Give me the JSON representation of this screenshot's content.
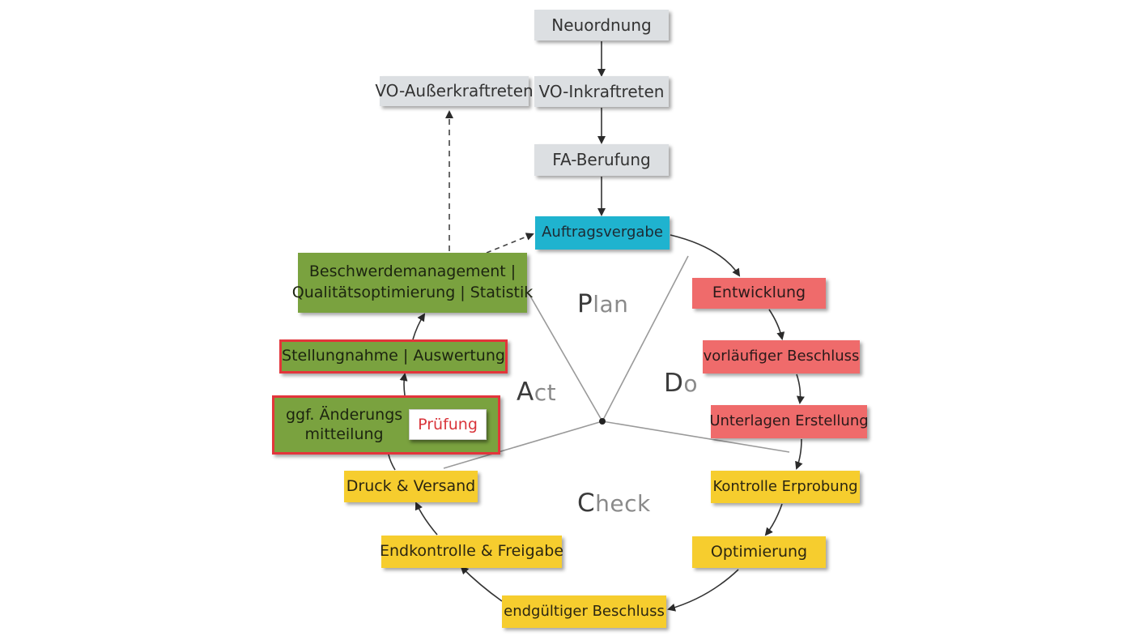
{
  "boxes": {
    "neuordnung": "Neuordnung",
    "vo_ausser": "VO-Außerkraftreten",
    "vo_inkraft": "VO-Inkraftreten",
    "fa_berufung": "FA-Berufung",
    "auftragsvergabe": "Auftragsvergabe",
    "entwicklung": "Entwicklung",
    "vorl_beschluss": "vorläufiger Beschluss",
    "unterlagen": "Unterlagen Erstellung",
    "kontrolle": "Kontrolle Erprobung",
    "optimierung": "Optimierung",
    "endg_beschluss": "endgültiger Beschluss",
    "endkontrolle": "Endkontrolle & Freigabe",
    "druck": "Druck & Versand",
    "aenderung_line1": "ggf. Änderungs",
    "aenderung_line2": "mitteilung",
    "pruefung": "Prüfung",
    "stellungnahme": "Stellungnahme | Auswertung",
    "beschwerde_line1": "Beschwerdemanagement |",
    "beschwerde_line2": "Qualitätsoptimierung | Statistik"
  },
  "phases": {
    "plan_cap": "P",
    "plan_rest": "lan",
    "do_cap": "D",
    "do_rest": "o",
    "check_cap": "C",
    "check_rest": "heck",
    "act_cap": "A",
    "act_rest": "ct"
  },
  "colors": {
    "grey": "#dcdfe2",
    "plan_blue": "#1fb3cf",
    "do_red": "#ef6b6b",
    "check_yellow": "#f6cd2e",
    "act_green": "#7aa23f",
    "highlight_border": "#e3353b"
  }
}
